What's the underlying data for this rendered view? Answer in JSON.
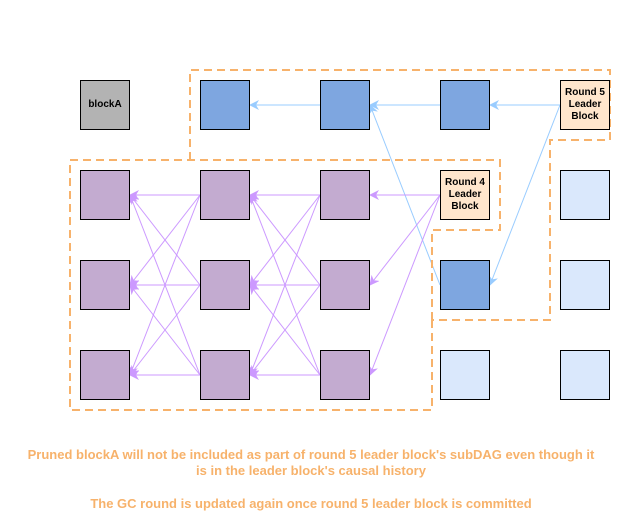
{
  "colors": {
    "pruned": "#b3b3b3",
    "committed_blue": "#7ea6e0",
    "pending_light": "#dae8fc",
    "purple": "#c3abd0",
    "leader": "#ffe6cc",
    "boundary": "#f7b26b",
    "blue_edge": "#99ccff",
    "purple_edge": "#cc99ff"
  },
  "blocks": [
    {
      "id": "blockA",
      "label": "blockA",
      "kind": "pruned",
      "col": 0,
      "row": 0
    },
    {
      "id": "r2-top",
      "label": "",
      "kind": "committed_blue",
      "col": 1,
      "row": 0
    },
    {
      "id": "r3-top",
      "label": "",
      "kind": "committed_blue",
      "col": 2,
      "row": 0
    },
    {
      "id": "r4-top",
      "label": "",
      "kind": "committed_blue",
      "col": 3,
      "row": 0
    },
    {
      "id": "r5-leader",
      "label": "Round 5 Leader Block",
      "kind": "leader",
      "col": 4,
      "row": 0
    },
    {
      "id": "r1-a",
      "label": "",
      "kind": "purple",
      "col": 0,
      "row": 1
    },
    {
      "id": "r2-a",
      "label": "",
      "kind": "purple",
      "col": 1,
      "row": 1
    },
    {
      "id": "r3-a",
      "label": "",
      "kind": "purple",
      "col": 2,
      "row": 1
    },
    {
      "id": "r4-leader",
      "label": "Round 4 Leader Block",
      "kind": "leader",
      "col": 3,
      "row": 1
    },
    {
      "id": "r5-a",
      "label": "",
      "kind": "pending_light",
      "col": 4,
      "row": 1
    },
    {
      "id": "r1-b",
      "label": "",
      "kind": "purple",
      "col": 0,
      "row": 2
    },
    {
      "id": "r2-b",
      "label": "",
      "kind": "purple",
      "col": 1,
      "row": 2
    },
    {
      "id": "r3-b",
      "label": "",
      "kind": "purple",
      "col": 2,
      "row": 2
    },
    {
      "id": "r4-b",
      "label": "",
      "kind": "committed_blue",
      "col": 3,
      "row": 2
    },
    {
      "id": "r5-b",
      "label": "",
      "kind": "pending_light",
      "col": 4,
      "row": 2
    },
    {
      "id": "r1-c",
      "label": "",
      "kind": "purple",
      "col": 0,
      "row": 3
    },
    {
      "id": "r2-c",
      "label": "",
      "kind": "purple",
      "col": 1,
      "row": 3
    },
    {
      "id": "r3-c",
      "label": "",
      "kind": "purple",
      "col": 2,
      "row": 3
    },
    {
      "id": "r4-c",
      "label": "",
      "kind": "pending_light",
      "col": 3,
      "row": 3
    },
    {
      "id": "r5-c",
      "label": "",
      "kind": "pending_light",
      "col": 4,
      "row": 3
    }
  ],
  "edges": [
    {
      "from": "r3-top",
      "to": "r2-top",
      "color": "blue_edge"
    },
    {
      "from": "r4-top",
      "to": "r3-top",
      "color": "blue_edge"
    },
    {
      "from": "r5-leader",
      "to": "r4-top",
      "color": "blue_edge"
    },
    {
      "from": "r5-leader",
      "to": "r4-b",
      "color": "blue_edge"
    },
    {
      "from": "r4-b",
      "to": "r3-top",
      "color": "blue_edge"
    },
    {
      "from": "r4-leader",
      "to": "r3-a",
      "color": "purple_edge"
    },
    {
      "from": "r4-leader",
      "to": "r3-b",
      "color": "purple_edge"
    },
    {
      "from": "r4-leader",
      "to": "r3-c",
      "color": "purple_edge"
    },
    {
      "from": "r3-a",
      "to": "r2-a",
      "color": "purple_edge"
    },
    {
      "from": "r3-a",
      "to": "r2-b",
      "color": "purple_edge"
    },
    {
      "from": "r3-a",
      "to": "r2-c",
      "color": "purple_edge"
    },
    {
      "from": "r3-b",
      "to": "r2-a",
      "color": "purple_edge"
    },
    {
      "from": "r3-b",
      "to": "r2-b",
      "color": "purple_edge"
    },
    {
      "from": "r3-b",
      "to": "r2-c",
      "color": "purple_edge"
    },
    {
      "from": "r3-c",
      "to": "r2-a",
      "color": "purple_edge"
    },
    {
      "from": "r3-c",
      "to": "r2-b",
      "color": "purple_edge"
    },
    {
      "from": "r3-c",
      "to": "r2-c",
      "color": "purple_edge"
    },
    {
      "from": "r2-a",
      "to": "r1-a",
      "color": "purple_edge"
    },
    {
      "from": "r2-a",
      "to": "r1-b",
      "color": "purple_edge"
    },
    {
      "from": "r2-a",
      "to": "r1-c",
      "color": "purple_edge"
    },
    {
      "from": "r2-b",
      "to": "r1-a",
      "color": "purple_edge"
    },
    {
      "from": "r2-b",
      "to": "r1-b",
      "color": "purple_edge"
    },
    {
      "from": "r2-b",
      "to": "r1-c",
      "color": "purple_edge"
    },
    {
      "from": "r2-c",
      "to": "r1-a",
      "color": "purple_edge"
    },
    {
      "from": "r2-c",
      "to": "r1-b",
      "color": "purple_edge"
    },
    {
      "from": "r2-c",
      "to": "r1-c",
      "color": "purple_edge"
    }
  ],
  "captions": {
    "line1": "Pruned blockA will not be included as part of round 5 leader block's subDAG even though it",
    "line2": "is in the leader block's causal history",
    "line3": "The GC round is updated again once round 5 leader block is committed"
  }
}
